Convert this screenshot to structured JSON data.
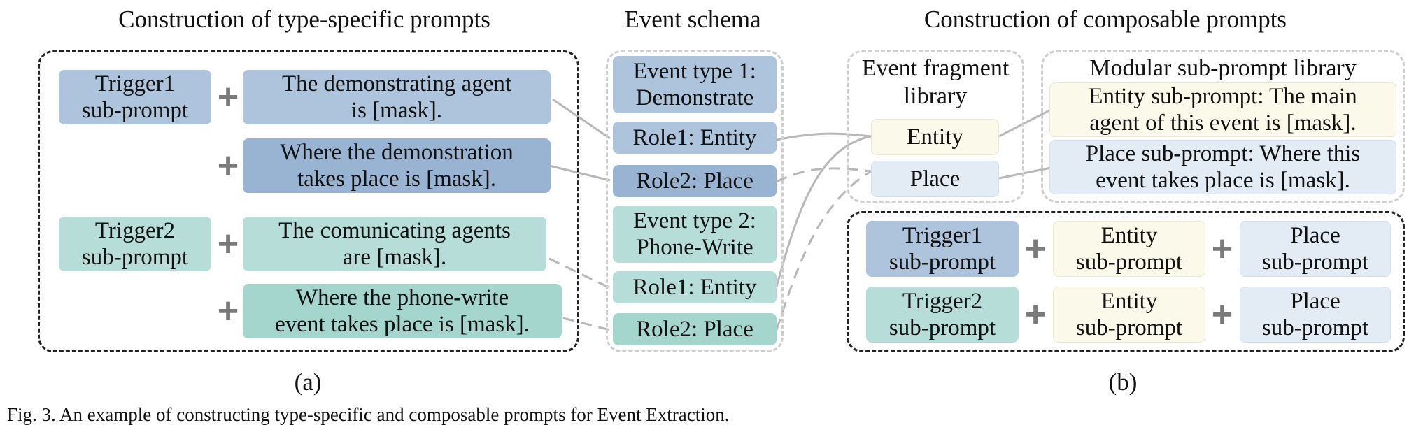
{
  "titles": {
    "type_specific": "Construction of type-specific prompts",
    "event_schema": "Event schema",
    "composable": "Construction of composable prompts"
  },
  "left": {
    "trigger1": "Trigger1\nsub-prompt",
    "trigger2": "Trigger2\nsub-prompt",
    "p1": "The demonstrating agent\nis [mask].",
    "p2": "Where the demonstration\ntakes place is [mask].",
    "p3": "The comunicating agents\nare [mask].",
    "p4": "Where the phone-write\nevent takes place is [mask].",
    "plus": "+"
  },
  "schema": {
    "type1": "Event type 1:\nDemonstrate",
    "role1a": "Role1: Entity",
    "role2a": "Role2: Place",
    "type2": "Event type 2:\nPhone-Write",
    "role1b": "Role1: Entity",
    "role2b": "Role2: Place"
  },
  "right": {
    "fragment_title": "Event fragment\nlibrary",
    "entity": "Entity",
    "place": "Place",
    "library_title": "Modular sub-prompt library",
    "entity_sub": "Entity sub-prompt: The main\nagent of this event is [mask].",
    "place_sub": "Place sub-prompt: Where this\nevent takes place is [mask].",
    "trigger1": "Trigger1\nsub-prompt",
    "trigger2": "Trigger2\nsub-prompt",
    "entity_prompt": "Entity\nsub-prompt",
    "place_prompt": "Place\nsub-prompt",
    "plus": "+"
  },
  "subcaptions": {
    "a": "(a)",
    "b": "(b)"
  },
  "caption": "Fig. 3.  An example of constructing type-specific and composable prompts for Event Extraction."
}
